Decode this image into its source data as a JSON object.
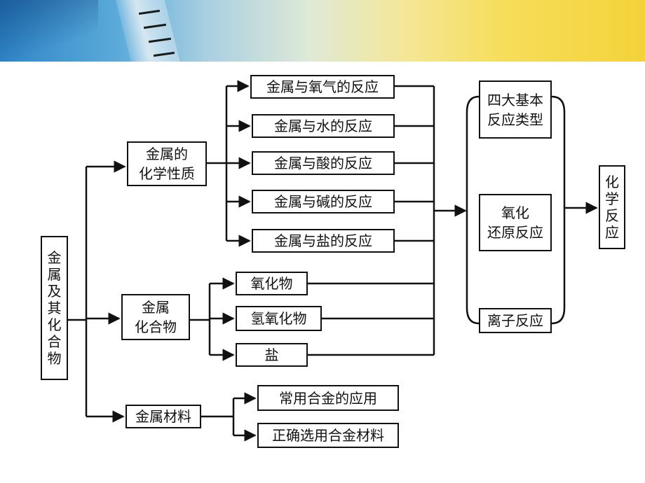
{
  "root": "金\n属\n及\n其\n化\n合\n物",
  "level1": {
    "chem_properties": "金属的\n化学性质",
    "compounds": "金属\n化合物",
    "materials": "金属材料"
  },
  "reactions": [
    "金属与氧气的反应",
    "金属与水的反应",
    "金属与酸的反应",
    "金属与碱的反应",
    "金属与盐的反应"
  ],
  "compound_items": [
    "氧化物",
    "氢氧化物",
    "盐"
  ],
  "material_items": [
    "常用合金的应用",
    "正确选用合金材料"
  ],
  "reaction_types": {
    "basic": "四大基本\n反应类型",
    "redox": "氧化\n还原反应",
    "ionic": "离子反应"
  },
  "result": "化\n学\n反\n应"
}
